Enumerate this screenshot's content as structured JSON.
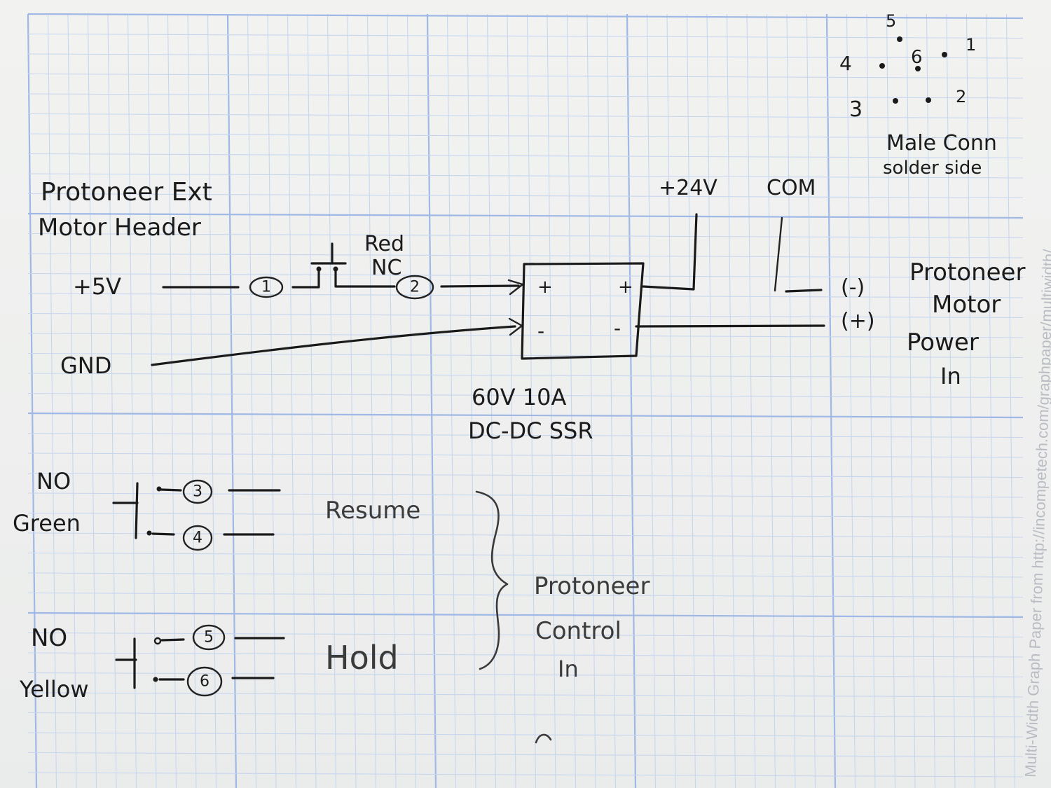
{
  "paper": {
    "grid_color_minor": "#c7d6ef",
    "grid_color_major": "#9fb8e6",
    "ink_color": "#1a1a1a",
    "watermark": "Multi-Width Graph Paper from http://incompetech.com/graphpaper/multiwidth/"
  },
  "connector": {
    "title_line1": "Male Conn",
    "title_line2": "solder side",
    "pins": [
      "5",
      "4",
      "6",
      "1",
      "3",
      "2"
    ]
  },
  "header": {
    "title_line1": "Protoneer Ext",
    "title_line2": "Motor Header",
    "plus5v": "+5V",
    "gnd": "GND"
  },
  "estop": {
    "color_label": "Red",
    "type_label": "NC",
    "pin_in": "1",
    "pin_out": "2"
  },
  "ssr": {
    "label_line1": "60V 10A",
    "label_line2": "DC-DC SSR",
    "in_plus": "+",
    "in_minus": "-",
    "out_plus": "+",
    "out_minus": "-"
  },
  "supply": {
    "plus24v": "+24V",
    "com": "COM"
  },
  "motor_power": {
    "neg": "(-)",
    "pos": "(+)",
    "title_line1": "Protoneer",
    "title_line2": "Motor",
    "title_line3": "Power",
    "title_line4": "In"
  },
  "switches": [
    {
      "type": "NO",
      "color": "Green",
      "pin_a": "3",
      "pin_b": "4",
      "function": "Resume"
    },
    {
      "type": "NO",
      "color": "Yellow",
      "pin_a": "5",
      "pin_b": "6",
      "function": "Hold"
    }
  ],
  "control": {
    "title_line1": "Protoneer",
    "title_line2": "Control",
    "title_line3": "In"
  }
}
